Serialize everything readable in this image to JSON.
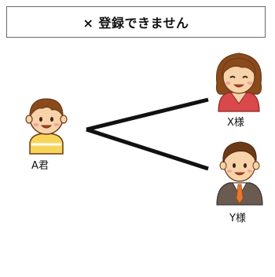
{
  "banner": {
    "text": "× 登録できません"
  },
  "people": {
    "a": {
      "label": "A君"
    },
    "x": {
      "label": "X様"
    },
    "y": {
      "label": "Y様"
    }
  },
  "colors": {
    "line": "#111111",
    "skin": "#f8d2a8",
    "hair_brown": "#8a4a1c",
    "hair_dark": "#6b3a18",
    "shirt_yellow": "#f7d55a",
    "dress_red": "#d9484a",
    "suit_brown": "#6a5a50",
    "tie_orange": "#e9782a"
  }
}
